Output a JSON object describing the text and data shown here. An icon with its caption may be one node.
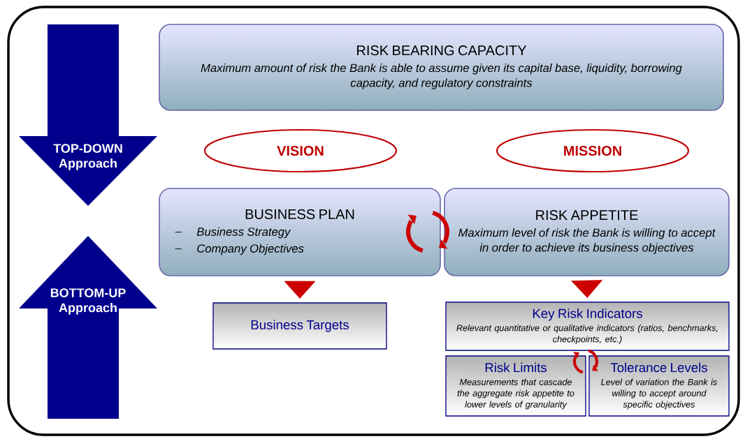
{
  "diagram": {
    "nodes": [
      {
        "text": [
          "RISK BEARING CAPACITY",
          "Maximum amount of risk the Bank is able to assume given its capital base, liquidity, borrowing capacity, and regulatory constraints"
        ]
      },
      {
        "text": [
          "VISION"
        ]
      },
      {
        "text": [
          "MISSION"
        ]
      },
      {
        "text": [
          "BUSINESS PLAN",
          "Business Strategy",
          "Company Objectives"
        ]
      },
      {
        "text": [
          "RISK APPETITE",
          "Maximum level of risk the Bank is willing to accept in order to achieve its business objectives"
        ]
      },
      {
        "text": [
          "Business Targets"
        ]
      },
      {
        "text": [
          "Key Risk Indicators",
          "Relevant quantitative or qualitative indicators (ratios, benchmarks, checkpoints, etc.)"
        ]
      },
      {
        "text": [
          "Risk Limits",
          "Measurements that cascade the aggregate risk appetite to lower levels of granularity"
        ]
      },
      {
        "text": [
          "Tolerance Levels",
          "Level of variation the Bank is willing to accept around specific objectives"
        ]
      },
      {
        "text": [
          "TOP-DOWN Approach"
        ]
      },
      {
        "text": [
          "BOTTOM-UP Approach"
        ]
      }
    ],
    "edges": [
      {
        "from": 3,
        "to": 5,
        "arrow": "to"
      },
      {
        "from": 4,
        "to": 6,
        "arrow": "to"
      }
    ]
  }
}
